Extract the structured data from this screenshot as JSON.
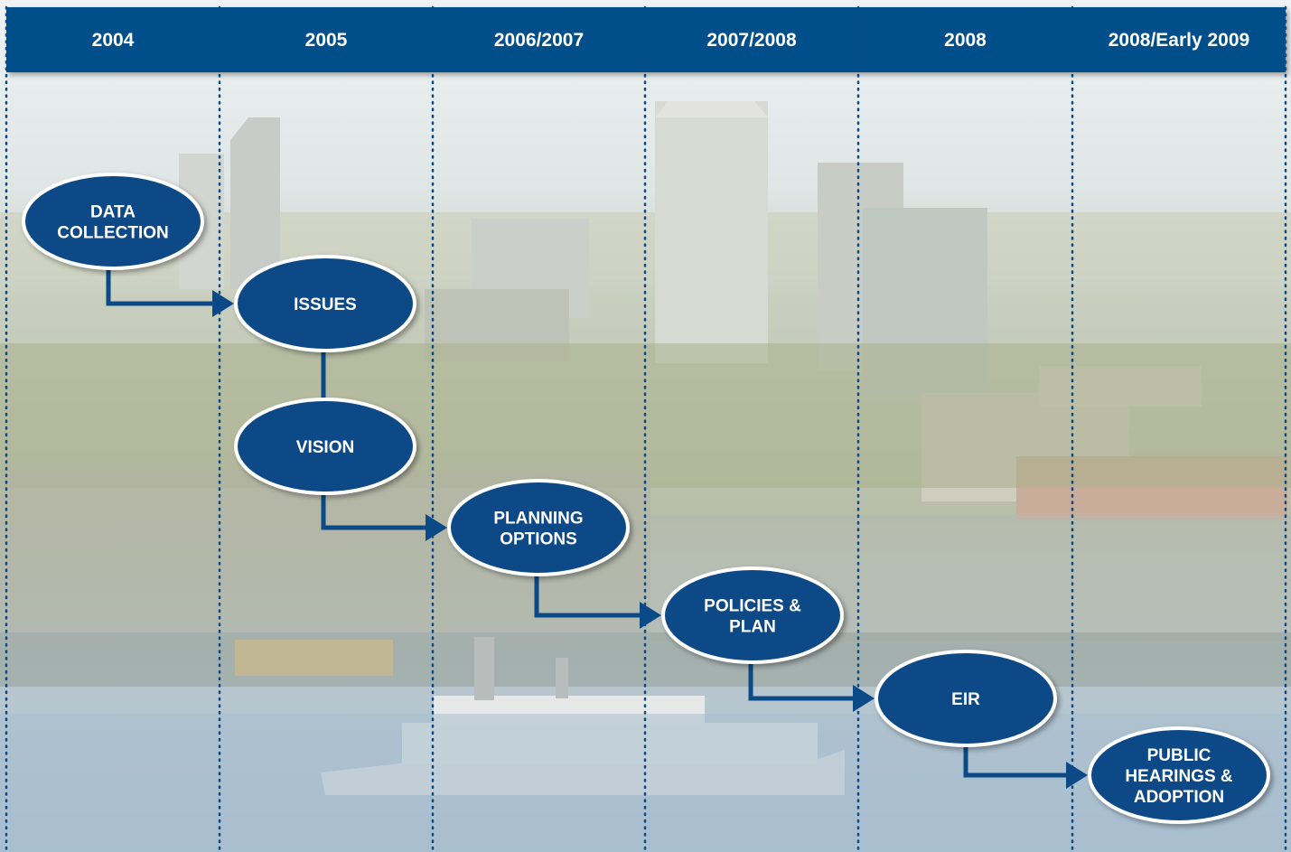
{
  "years": [
    "2004",
    "2005",
    "2006/2007",
    "2007/2008",
    "2008",
    "2008/Early 2009"
  ],
  "nodes": [
    {
      "id": "data-collection",
      "lines": [
        "DATA",
        "COLLECTION"
      ]
    },
    {
      "id": "issues",
      "lines": [
        "ISSUES"
      ]
    },
    {
      "id": "vision",
      "lines": [
        "VISION"
      ]
    },
    {
      "id": "planning-options",
      "lines": [
        "PLANNING",
        "OPTIONS"
      ]
    },
    {
      "id": "policies-plan",
      "lines": [
        "POLICIES &",
        "PLAN"
      ]
    },
    {
      "id": "eir",
      "lines": [
        "EIR"
      ]
    },
    {
      "id": "public-hearings",
      "lines": [
        "PUBLIC",
        "HEARINGS &",
        "ADOPTION"
      ]
    }
  ],
  "colors": {
    "header": "#00508b",
    "node_fill": "#0b4a86",
    "node_border": "#ffffff",
    "connector": "#0b4a86",
    "divider": "#0b4a86",
    "background_sky": "#e7eef1",
    "background_city": "#a9b29a",
    "background_water": "#a8bfd0"
  },
  "background": {
    "description_icon": "city-skyline-photo"
  }
}
